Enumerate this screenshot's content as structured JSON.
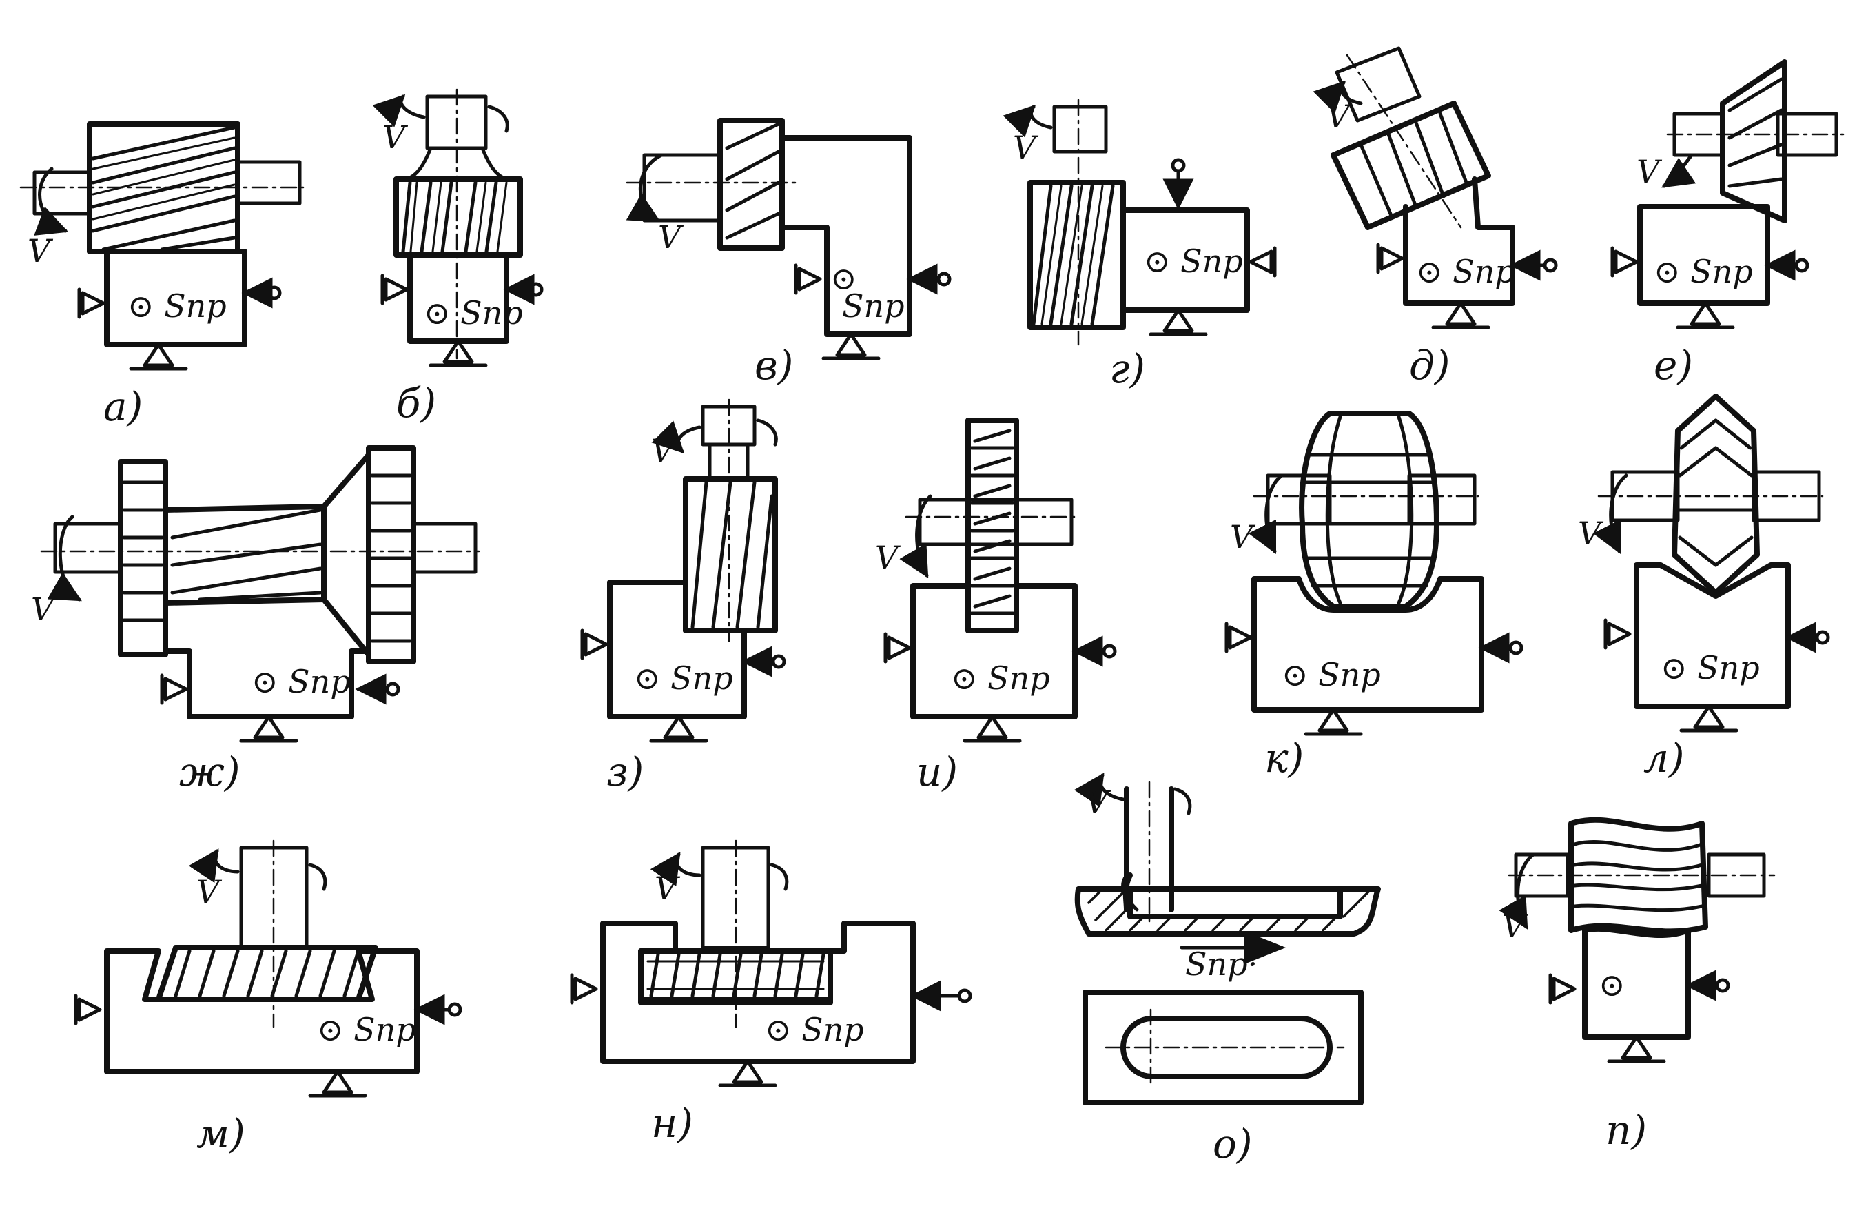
{
  "figure": {
    "panels": [
      {
        "id": "a",
        "caption": "а)",
        "velocity": "V",
        "feed": "Sпр"
      },
      {
        "id": "b",
        "caption": "б)",
        "velocity": "V",
        "feed": "Sпр"
      },
      {
        "id": "v",
        "caption": "в)",
        "velocity": "V",
        "feed": "Sпр"
      },
      {
        "id": "g",
        "caption": "г)",
        "velocity": "V",
        "feed": "Sпр"
      },
      {
        "id": "d",
        "caption": "д)",
        "velocity": "V",
        "feed": "Sпр"
      },
      {
        "id": "e",
        "caption": "е)",
        "velocity": "V",
        "feed": "Sпр"
      },
      {
        "id": "zh",
        "caption": "ж)",
        "velocity": "V",
        "feed": "Sпр"
      },
      {
        "id": "z",
        "caption": "з)",
        "velocity": "V",
        "feed": "Sпр"
      },
      {
        "id": "i",
        "caption": "и)",
        "velocity": "V",
        "feed": "Sпр"
      },
      {
        "id": "k",
        "caption": "к)",
        "velocity": "V",
        "feed": "Sпр"
      },
      {
        "id": "l",
        "caption": "л)",
        "velocity": "V",
        "feed": "Sпр"
      },
      {
        "id": "m",
        "caption": "м)",
        "velocity": "V",
        "feed": "Sпр"
      },
      {
        "id": "n",
        "caption": "н)",
        "velocity": "V",
        "feed": "Sпр"
      },
      {
        "id": "o",
        "caption": "о)",
        "velocity": "V",
        "feed": "Sпр·"
      },
      {
        "id": "p",
        "caption": "п)",
        "velocity": "V",
        "feed": ""
      }
    ]
  }
}
